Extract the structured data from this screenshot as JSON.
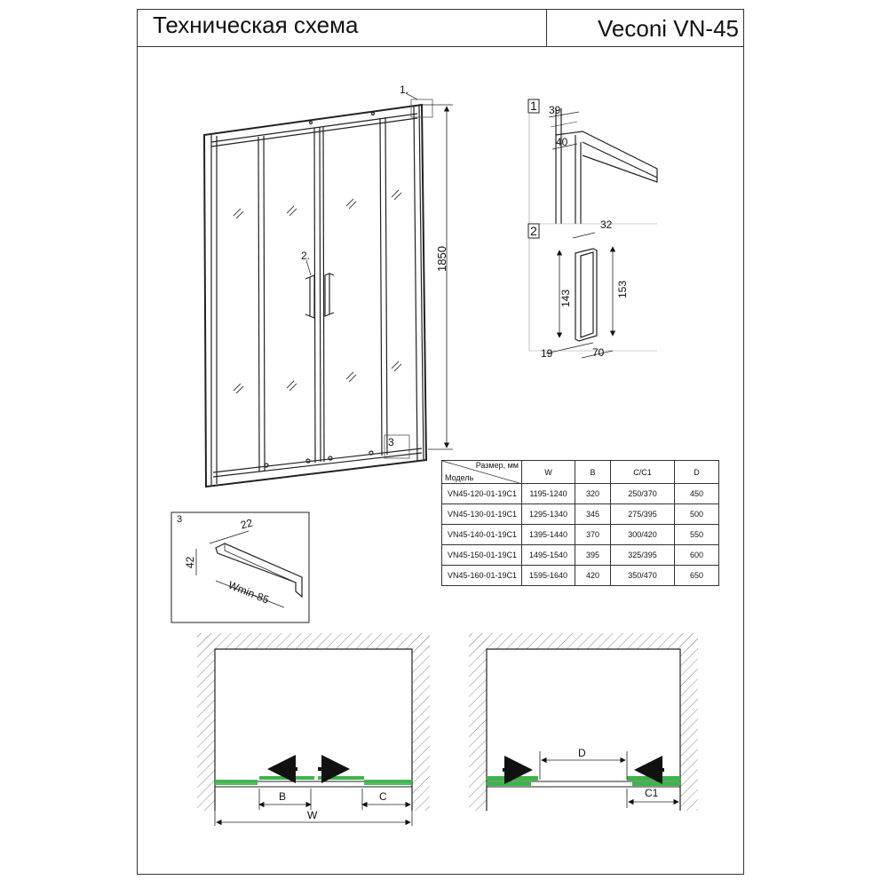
{
  "header": {
    "title": "Техническая схема",
    "model": "Veconi VN-45"
  },
  "callouts": {
    "c1": "1.",
    "c2": "2.",
    "c3": "3"
  },
  "dimensions": {
    "height": "1850",
    "detail1": {
      "label": "1",
      "a": "39",
      "b": "40"
    },
    "detail2": {
      "label": "2",
      "a": "32",
      "h1": "143",
      "h2": "153",
      "c": "19",
      "d": "70"
    },
    "detail3": {
      "label": "3",
      "a": "22",
      "b": "42",
      "c": "Wmin-85"
    }
  },
  "table": {
    "corner_size": "Размер, мм",
    "corner_model": "Модель",
    "headers": [
      "W",
      "B",
      "C/C1",
      "D"
    ],
    "rows": [
      {
        "model": "VN45-120-01-19C1",
        "w": "1195-1240",
        "b": "320",
        "c": "250/370",
        "d": "450"
      },
      {
        "model": "VN45-130-01-19C1",
        "w": "1295-1340",
        "b": "345",
        "c": "275/395",
        "d": "500"
      },
      {
        "model": "VN45-140-01-19C1",
        "w": "1395-1440",
        "b": "370",
        "c": "300/420",
        "d": "550"
      },
      {
        "model": "VN45-150-01-19C1",
        "w": "1495-1540",
        "b": "395",
        "c": "325/395",
        "d": "600"
      },
      {
        "model": "VN45-160-01-19C1",
        "w": "1595-1640",
        "b": "420",
        "c": "350/470",
        "d": "650"
      }
    ]
  },
  "plans": {
    "left": {
      "b": "B",
      "c": "C",
      "w": "W"
    },
    "right": {
      "d": "D",
      "c1": "C1"
    }
  },
  "colors": {
    "line": "#222222",
    "hatch": "#888888",
    "panel_green": "#3bb54a",
    "arrow": "#111111"
  }
}
